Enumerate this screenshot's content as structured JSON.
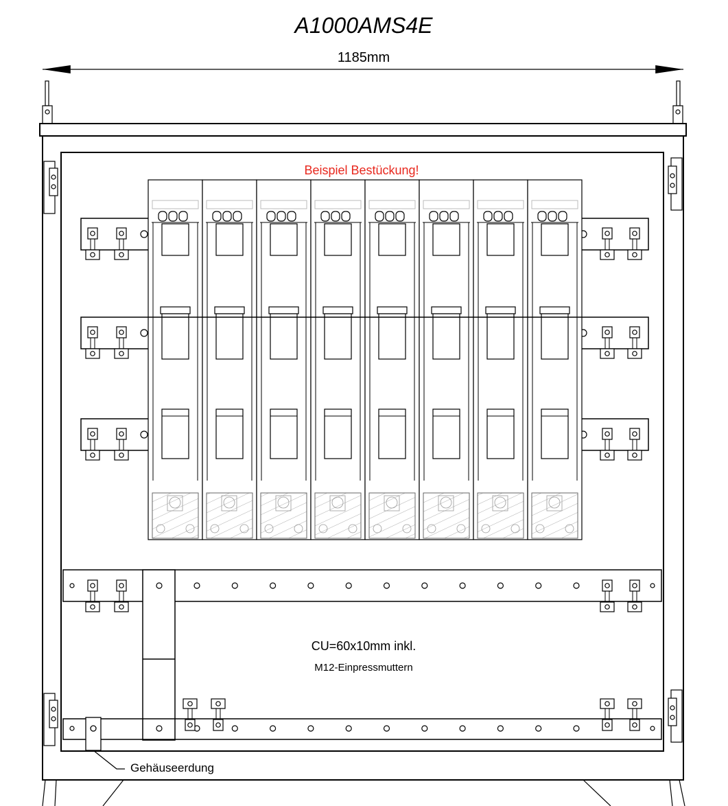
{
  "title": "A1000AMS4E",
  "dimension": {
    "width_label": "1185mm"
  },
  "notes": {
    "example_fitting": "Beispiel Bestückung!",
    "busbar_spec": "CU=60x10mm inkl.",
    "busbar_nuts": "M12-Einpressmuttern",
    "grounding": "Gehäuseerdung"
  },
  "counts": {
    "fuse_switch_strips": 8,
    "phase_busbars": 3,
    "busbar_holes": 11
  },
  "colors": {
    "line": "#000000",
    "note_red": "#e8281e",
    "hatch": "#888888"
  }
}
